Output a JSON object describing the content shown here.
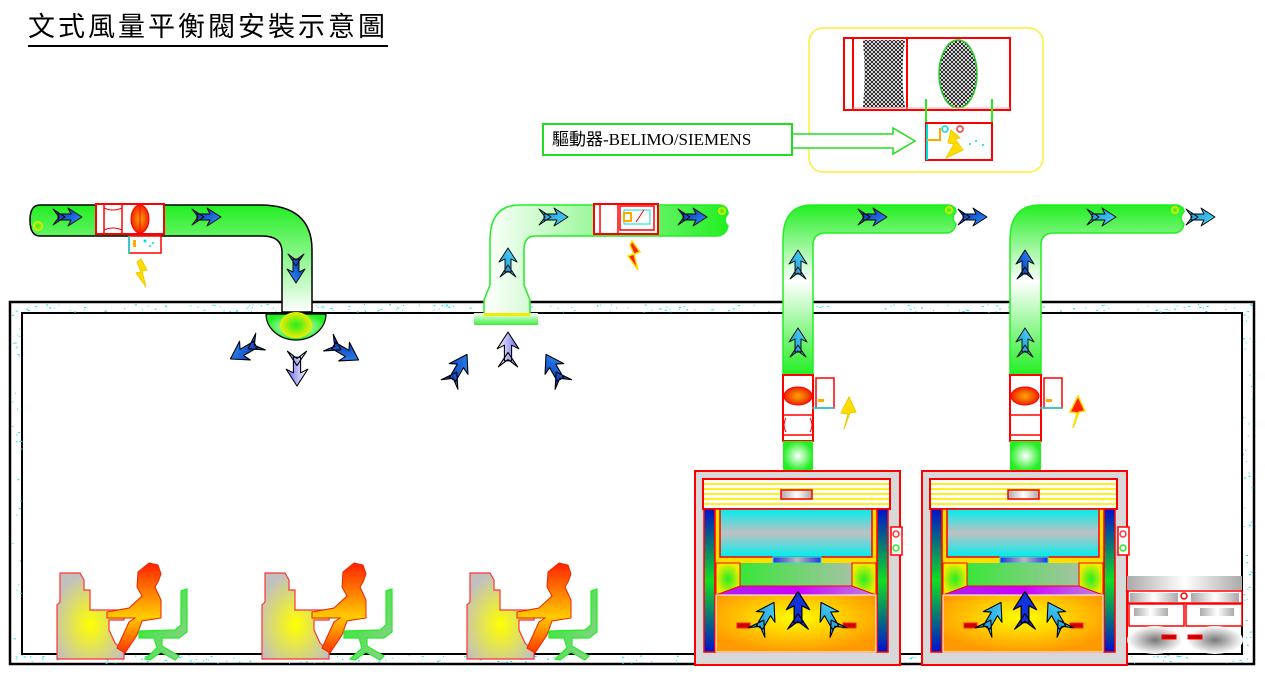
{
  "title": "文式風量平衡閥安裝示意圖",
  "callout": {
    "label": "驅動器-BELIMO/SIEMENS",
    "points_to": "actuator-detail"
  },
  "detail_inset": {
    "components": [
      "damper-blade",
      "venturi-cone",
      "actuator"
    ]
  },
  "systems": [
    {
      "id": "supply-air",
      "valve": "venturi-valve",
      "actuator": "actuator",
      "flow": "supply",
      "outlet": "ceiling-diffuser"
    },
    {
      "id": "general-exhaust",
      "valve": "venturi-valve",
      "actuator": "actuator",
      "flow": "exhaust",
      "inlet": "ceiling-return-grille"
    },
    {
      "id": "fume-hood-exhaust-1",
      "valve": "venturi-valve",
      "actuator": "actuator",
      "flow": "exhaust",
      "source": "fume-hood"
    },
    {
      "id": "fume-hood-exhaust-2",
      "valve": "venturi-valve",
      "actuator": "actuator",
      "flow": "exhaust",
      "source": "fume-hood"
    }
  ],
  "room": {
    "workstations": 3,
    "fume_hoods": 2,
    "cabinets": 1
  },
  "colors": {
    "duct": "#22ee22",
    "valve_outline": "#ff0000",
    "callout_border": "#22dd22",
    "inset_border": "#ffee33",
    "arrow_dark": "#1133bb",
    "arrow_light": "#33bbee",
    "wall_speckle": "#00e5ee",
    "lightning": "#ffdd00"
  }
}
